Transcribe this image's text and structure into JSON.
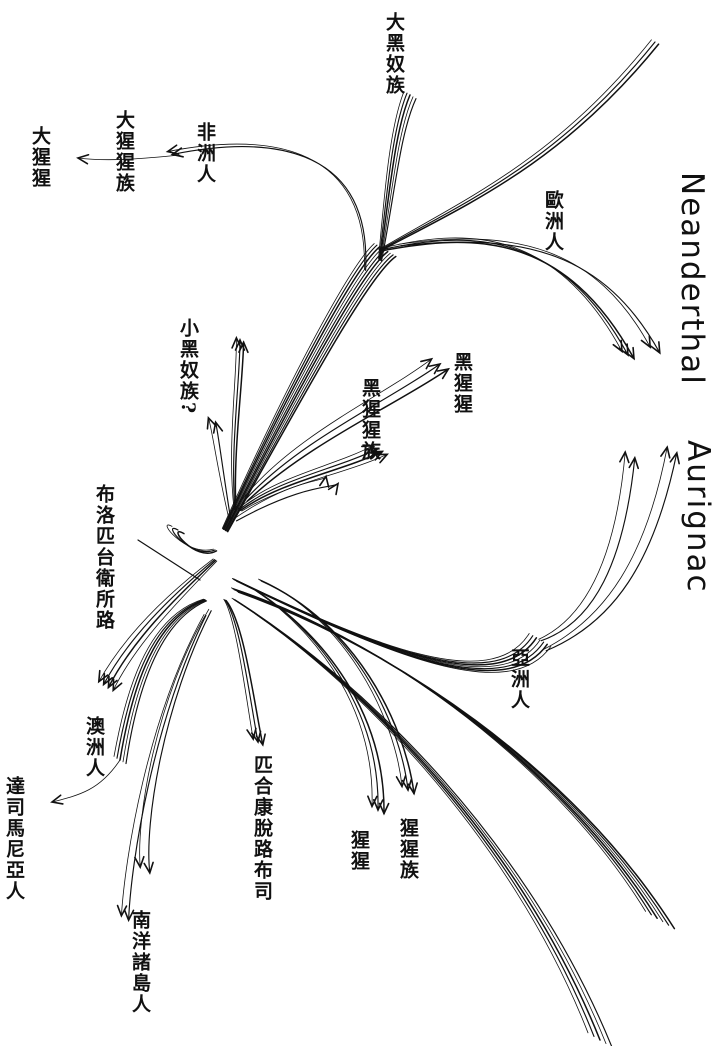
{
  "diagram": {
    "labels": {
      "neanderthal": "Neanderthal",
      "aurignac": "Aurignac",
      "large_black_slave": "大黑奴族",
      "african": "非洲人",
      "large_ape_race": "大猩猩族",
      "large_ape": "大猩猩",
      "european": "歐洲人",
      "small_black_slave": "小黑奴族?",
      "black_ape": "黑猩猩",
      "black_ape_race": "黑猩猩族",
      "bushman_hottentot": "布洛匹台衛所路",
      "asian": "亞洲人",
      "pygmy_bushman": "匹合康脫路布司",
      "orang_race": "猩猩族",
      "orang": "猩猩",
      "australian": "澳洲人",
      "tasmanian": "達司馬尼亞人",
      "south_sea_islander": "南洋諸島人"
    },
    "colors": {
      "ink": "#111111",
      "background": "#ffffff"
    }
  }
}
